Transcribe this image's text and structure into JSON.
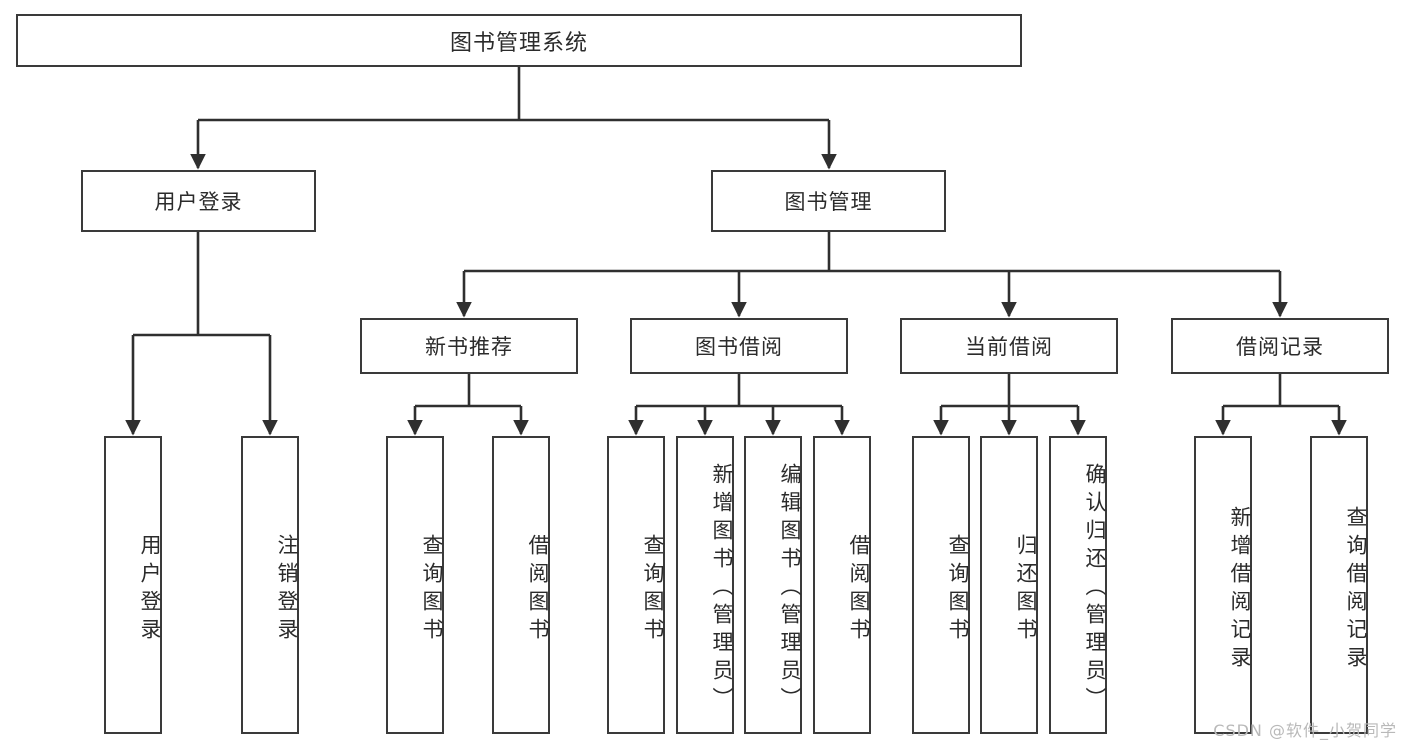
{
  "diagram": {
    "title": "图书管理系统",
    "type": "tree-hierarchy",
    "colors": {
      "box_border": "#3a3a3a",
      "box_fill": "#ffffff",
      "edge": "#2f2f2f",
      "text": "#2b2b2b",
      "watermark": "#b9b9b9"
    },
    "root": {
      "label": "图书管理系统"
    },
    "level2": [
      {
        "label": "用户登录"
      },
      {
        "label": "图书管理"
      }
    ],
    "level3": [
      {
        "label": "新书推荐"
      },
      {
        "label": "图书借阅"
      },
      {
        "label": "当前借阅"
      },
      {
        "label": "借阅记录"
      }
    ],
    "leaves": {
      "user_login": [
        {
          "label": "用户登录"
        },
        {
          "label": "注销登录"
        }
      ],
      "new_book_recommend": [
        {
          "label": "查询图书"
        },
        {
          "label": "借阅图书"
        }
      ],
      "book_borrow": [
        {
          "label": "查询图书"
        },
        {
          "label": "新增图书（管理员）"
        },
        {
          "label": "编辑图书（管理员）"
        },
        {
          "label": "借阅图书"
        }
      ],
      "current_borrow": [
        {
          "label": "查询图书"
        },
        {
          "label": "归还图书"
        },
        {
          "label": "确认归还（管理员）"
        }
      ],
      "borrow_record": [
        {
          "label": "新增借阅记录"
        },
        {
          "label": "查询借阅记录"
        }
      ]
    }
  },
  "watermark": {
    "text": "CSDN @软件_小贺同学"
  }
}
